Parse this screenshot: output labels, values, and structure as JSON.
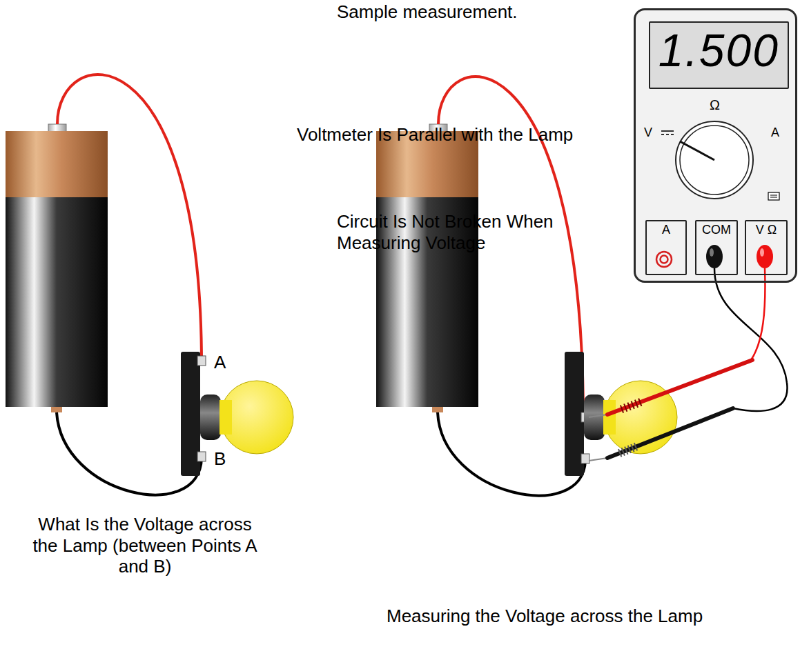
{
  "diagram": {
    "nodes": [
      {
        "text": [
          "Ω",
          "V",
          "A"
        ]
      },
      {
        "text": [
          "1.500"
        ],
        "in": 0
      },
      {
        "text": [
          "A"
        ],
        "in": 0
      },
      {
        "text": [
          "COM"
        ],
        "in": 0
      },
      {
        "text": [
          "V Ω"
        ],
        "in": 0
      }
    ],
    "labels": [
      "Sample measurement.",
      "Voltmeter Is Parallel with the Lamp",
      "Circuit Is Not Broken When Measuring Voltage",
      "A",
      "B",
      "What Is the Voltage across the Lamp (between Points A and B)",
      "Measuring the Voltage across the Lamp"
    ]
  }
}
